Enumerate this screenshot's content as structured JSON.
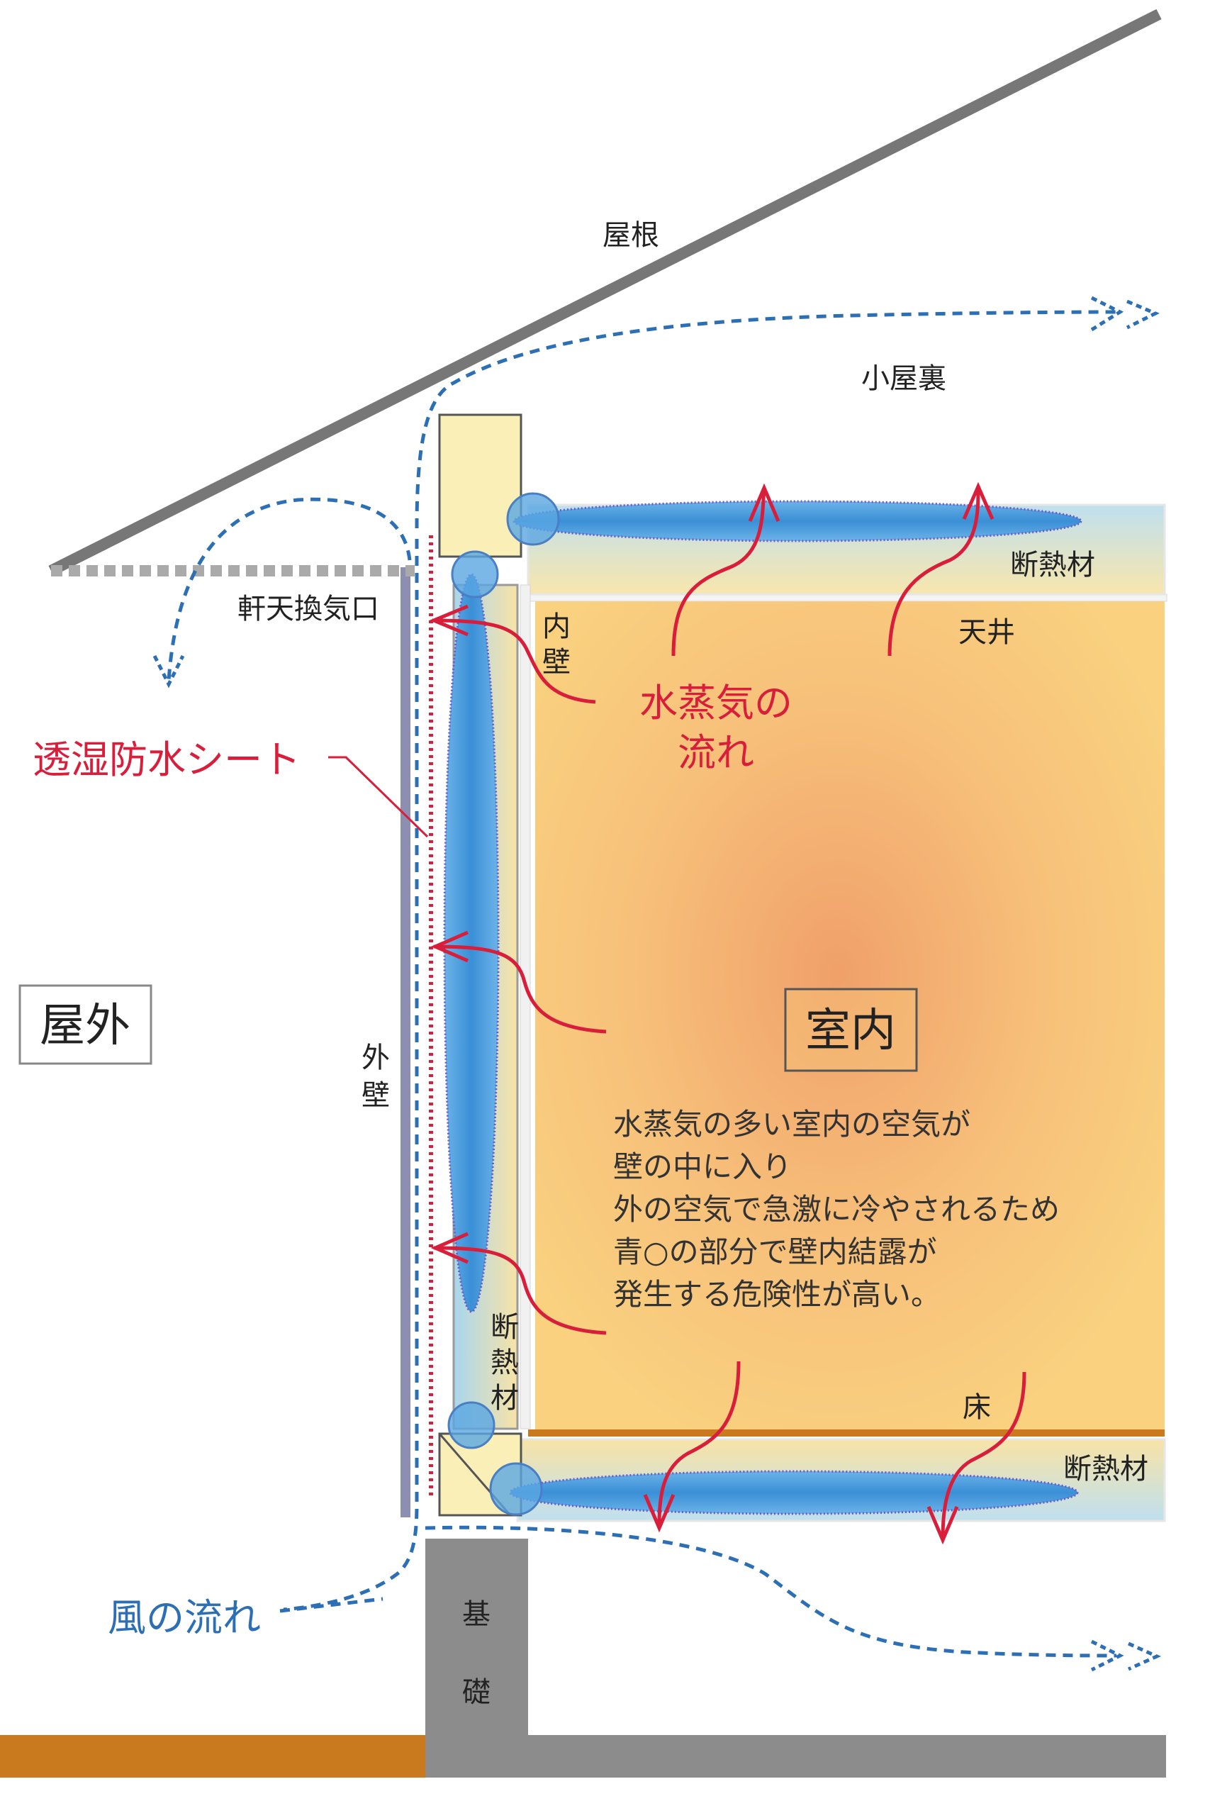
{
  "labels": {
    "roof": "屋根",
    "attic": "小屋裏",
    "eave_vent": "軒天換気口",
    "insulation_ceiling": "断熱材",
    "ceiling": "天井",
    "inner_wall": [
      "内",
      "壁"
    ],
    "vapor_flow": [
      "水蒸気の",
      "流れ"
    ],
    "breathable_sheet": "透湿防水シート",
    "outdoor": "屋外",
    "outer_wall": [
      "外",
      "壁"
    ],
    "indoor": "室内",
    "wall_insulation": [
      "断",
      "熱",
      "材"
    ],
    "floor": "床",
    "insulation_floor": "断熱材",
    "wind_flow": "風の流れ",
    "foundation": [
      "基",
      "礎"
    ]
  },
  "note_lines": [
    "水蒸気の多い室内の空気が",
    "壁の中に入り",
    "外の空気で急激に冷やされるため",
    "青○の部分で壁内結露が",
    "発生する危険性が高い。"
  ],
  "colors": {
    "vapor_red": "#d81e3a",
    "wind_blue": "#2d6fb5",
    "room_orange": "#f8c97a",
    "insulation_cream": "#fbefb8",
    "condensation_blue": "#3a8fd6",
    "ground_brown": "#c97a1e",
    "foundation_gray": "#8c8c8c"
  }
}
